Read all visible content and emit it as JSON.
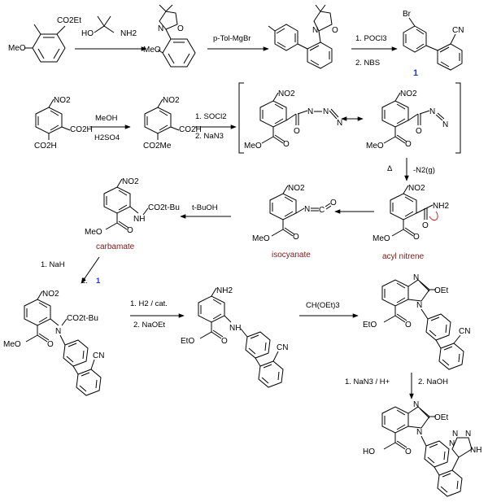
{
  "colors": {
    "bond": "#000000",
    "name_label": "#7a1a1a",
    "compound_number": "#1a3cc8",
    "electron_arrow": "#d42020"
  },
  "labels": {
    "co2et": "CO2Et",
    "meo": "MeO",
    "ho": "HO",
    "nh2": "NH2",
    "n": "N",
    "o": "O",
    "br": "Br",
    "cn": "CN",
    "no2": "NO2",
    "co2h": "CO2H",
    "co2me": "CO2Me",
    "meo_co": "MeO",
    "eto": "EtO",
    "nh": "NH",
    "oet": "OEt",
    "boc": "CO2t-Bu",
    "ho_acid": "HO",
    "tet_n": "N",
    "tet_nh": "NH",
    "azide_a": "N",
    "azide_b": "N",
    "azide_c": "N",
    "iso_n": "N",
    "iso_c": "C",
    "iso_o": "O",
    "nitrene_n": "N",
    "h": "H",
    "o_dbl": "O"
  },
  "reagents": {
    "r1_1": "1. POCl3",
    "r1_2": "2. NBS",
    "r2_1": "p-Tol-MgBr",
    "r3_1": "MeOH",
    "r3_2": "H2SO4",
    "r4_1": "1. SOCl2",
    "r4_2": "2. NaN3",
    "r5_1": "Δ",
    "r5_2": "-N2(g)",
    "r6_1": "t-BuOH",
    "r7_1": "1. NaH",
    "r7_2": "2.",
    "r7_3": "1",
    "r8_1": "1. H2 / cat.",
    "r8_2": "2. NaOEt",
    "r9_1": "CH(OEt)3",
    "r10_1": "1. NaN3 / H+",
    "r10_2": "2. NaOH"
  },
  "compound_names": {
    "carbamate": "carbamate",
    "isocyanate": "isocyanate",
    "acyl_nitrene": "acyl nitrene"
  },
  "compound_number": "1"
}
